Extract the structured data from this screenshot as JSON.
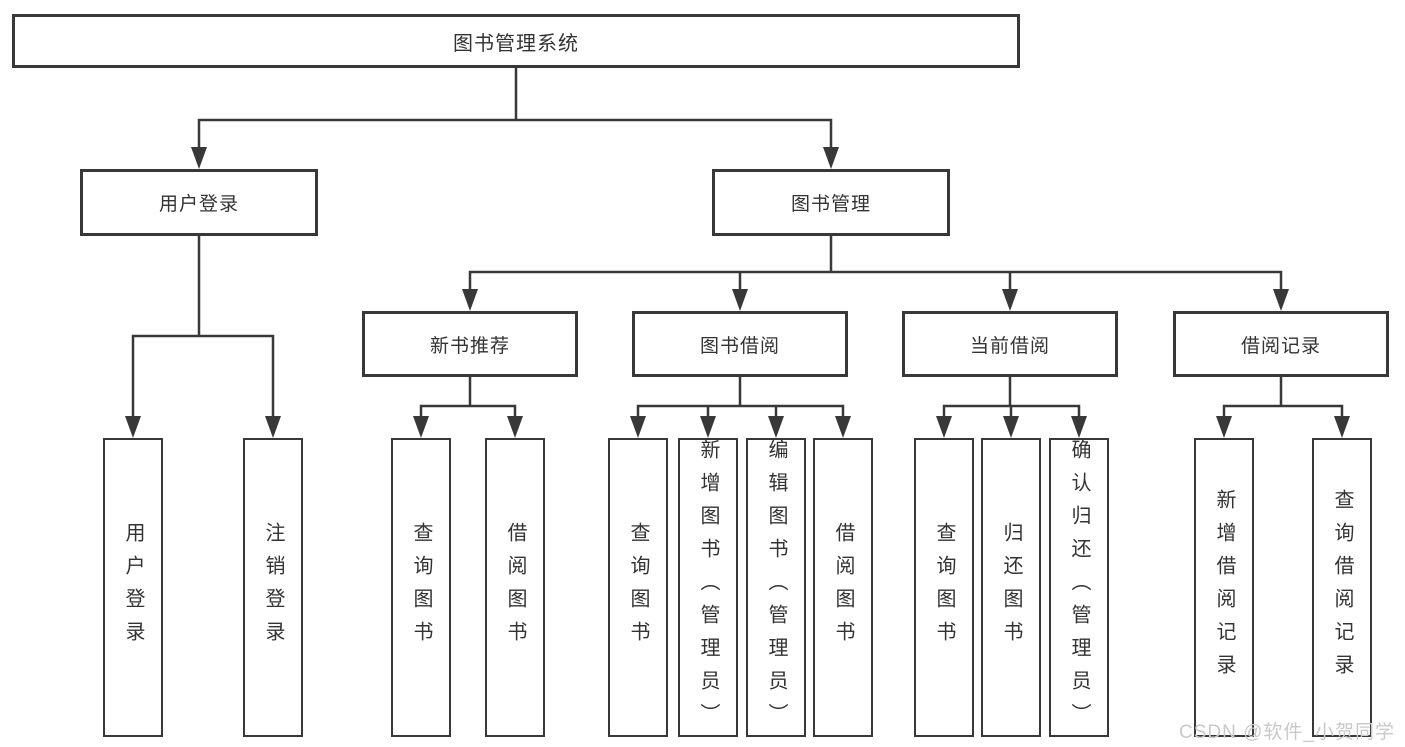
{
  "diagram": {
    "root": {
      "label": "图书管理系统"
    },
    "branches": [
      {
        "label": "用户登录",
        "children": [
          {
            "label": "用户登录"
          },
          {
            "label": "注销登录"
          }
        ]
      },
      {
        "label": "图书管理",
        "children": [
          {
            "label": "新书推荐",
            "children": [
              {
                "label": "查询图书"
              },
              {
                "label": "借阅图书"
              }
            ]
          },
          {
            "label": "图书借阅",
            "children": [
              {
                "label": "查询图书"
              },
              {
                "label": "新增图书（管理员）"
              },
              {
                "label": "编辑图书（管理员）"
              },
              {
                "label": "借阅图书"
              }
            ]
          },
          {
            "label": "当前借阅",
            "children": [
              {
                "label": "查询图书"
              },
              {
                "label": "归还图书"
              },
              {
                "label": "确认归还（管理员）"
              }
            ]
          },
          {
            "label": "借阅记录",
            "children": [
              {
                "label": "新增借阅记录"
              },
              {
                "label": "查询借阅记录"
              }
            ]
          }
        ]
      }
    ]
  },
  "watermark": {
    "text": "CSDN @软件_小贺同学"
  },
  "colors": {
    "line": "#383838",
    "text": "#333333",
    "watermark": "#c9c9c9",
    "background": "#ffffff"
  }
}
